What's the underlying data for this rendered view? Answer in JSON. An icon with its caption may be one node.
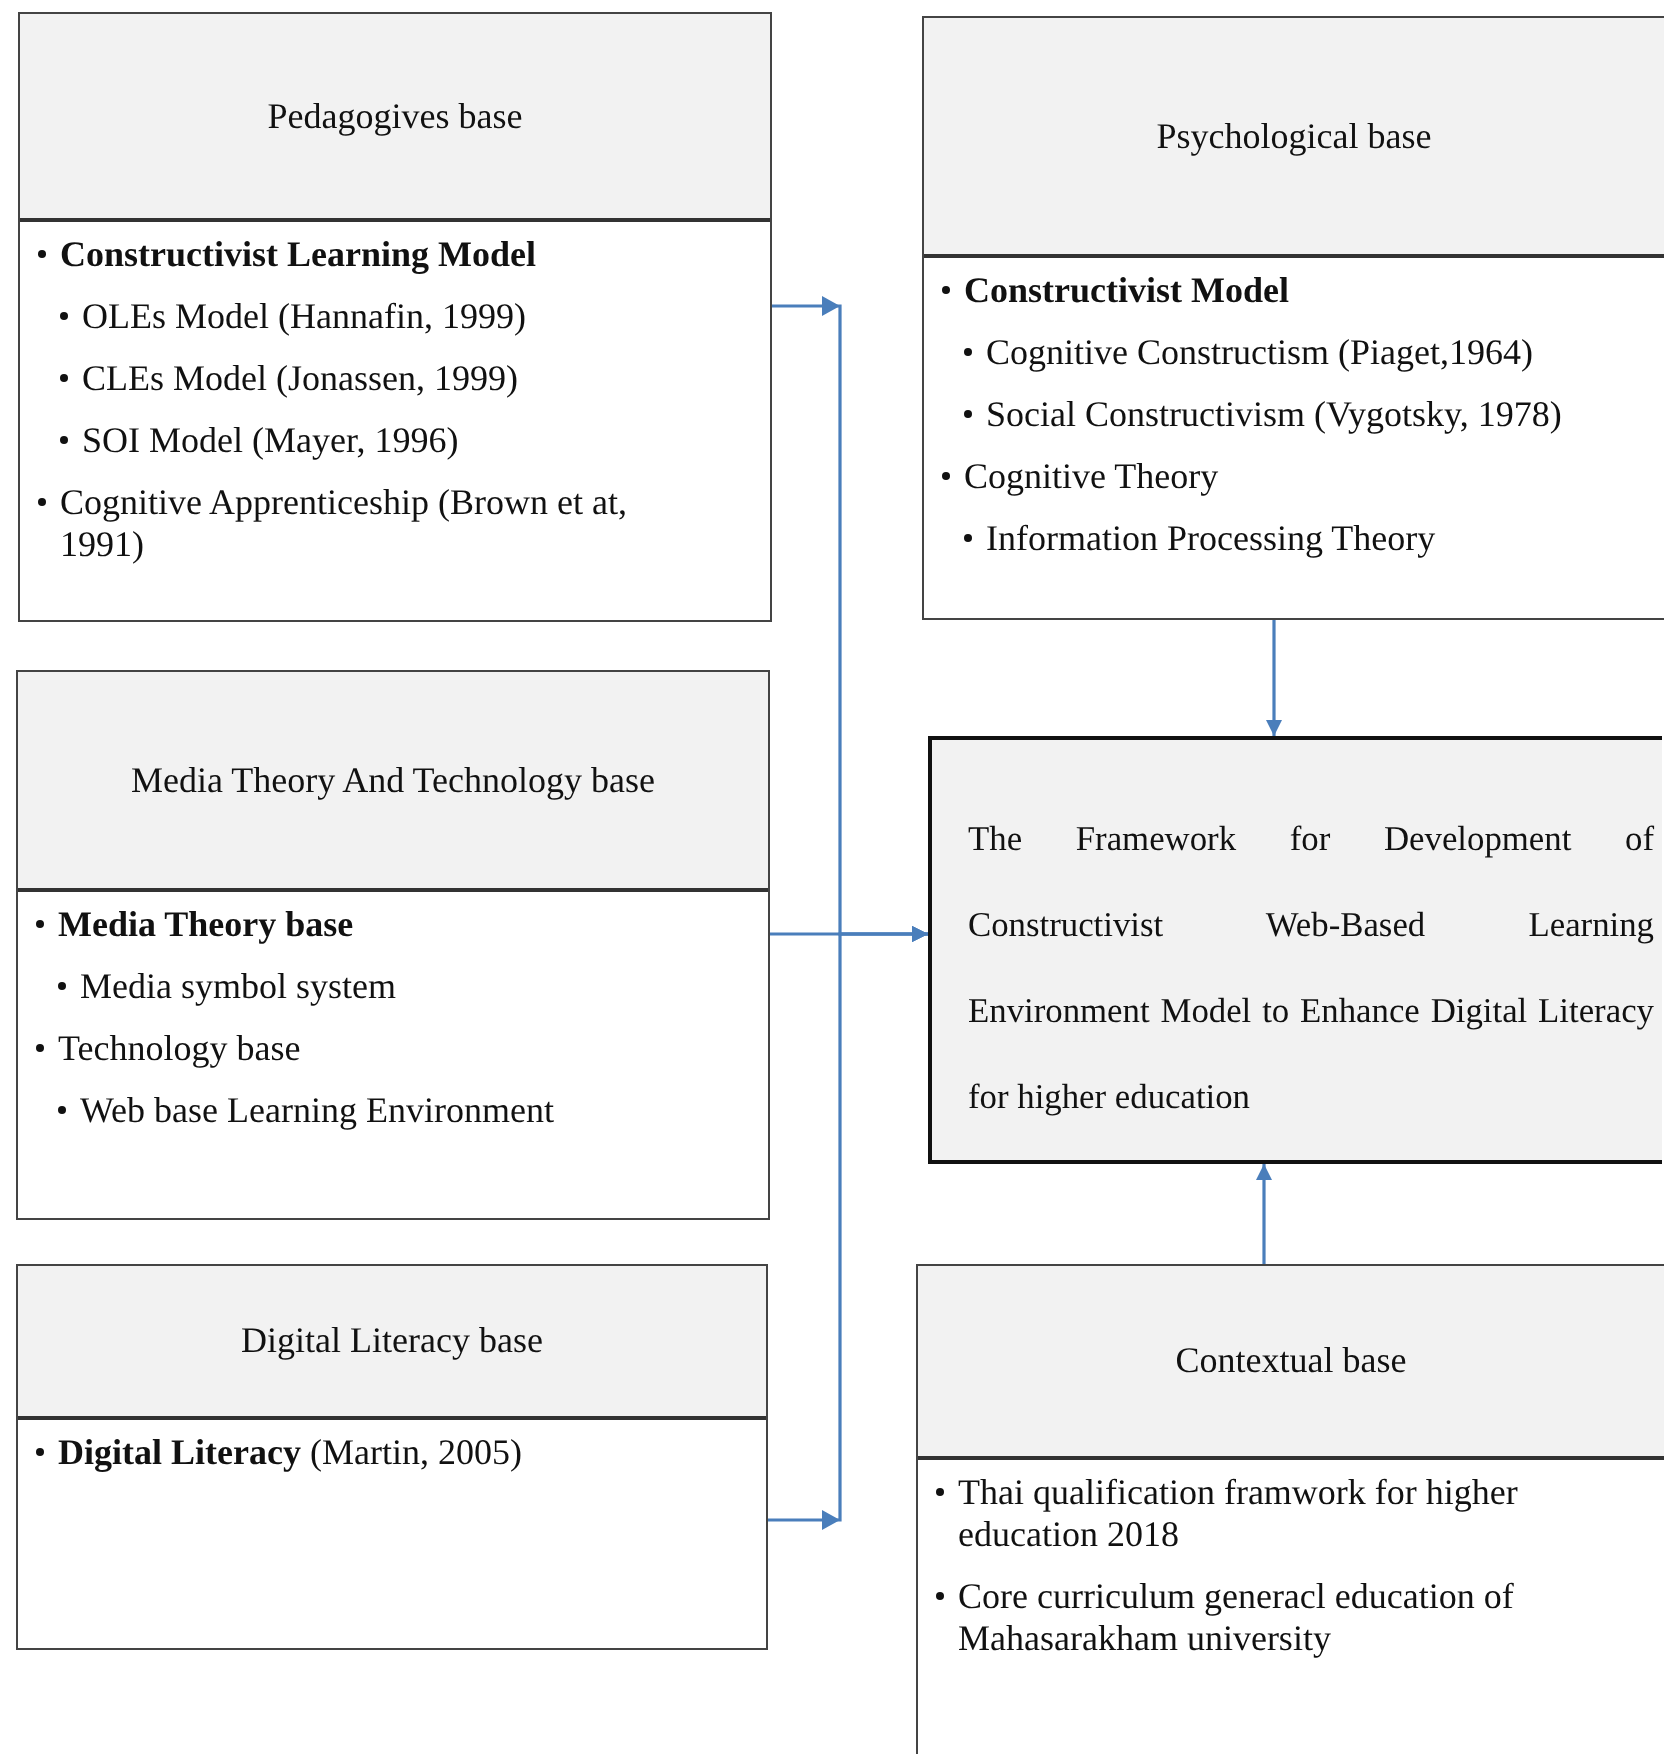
{
  "diagram": {
    "nodes": [
      {
        "text": [
          "Pedagogives base",
          "Constructivist Learning Model",
          "OLEs Model  (Hannafin, 1999)",
          "CLEs Model (Jonassen, 1999)",
          "SOI Model (Mayer, 1996)",
          "Cognitive Apprenticeship (Brown et at, 1991)"
        ]
      },
      {
        "text": [
          "Psychological base",
          "Constructivist  Model",
          "Cognitive Constructism (Piaget,1964)",
          "Social Constructivism (Vygotsky, 1978)",
          "Cognitive Theory",
          "Information Processing Theory"
        ]
      },
      {
        "text": [
          "Media Theory And Technology base",
          "Media Theory base",
          "Media symbol system",
          "Technology base",
          "Web base Learning Environment"
        ]
      },
      {
        "text": [
          "The Framework for Development of Constructivist Web-Based Learning Environment Model to Enhance Digital Literacy for higher education"
        ]
      },
      {
        "text": [
          "Digital Literacy base",
          "**Digital Literacy** (Martin, 2005)"
        ]
      },
      {
        "text": [
          "Contextual base",
          "Thai qualification framwork for higher education 2018",
          "Core curriculum generacl education of Mahasarakham university"
        ]
      }
    ],
    "edges": [
      {
        "from": 0,
        "to": 3,
        "arrow": "to"
      },
      {
        "from": 1,
        "to": 3,
        "arrow": "to"
      },
      {
        "from": 2,
        "to": 3,
        "arrow": "to"
      },
      {
        "from": 4,
        "to": 3,
        "arrow": "to"
      },
      {
        "from": 5,
        "to": 3,
        "arrow": "to"
      }
    ]
  }
}
